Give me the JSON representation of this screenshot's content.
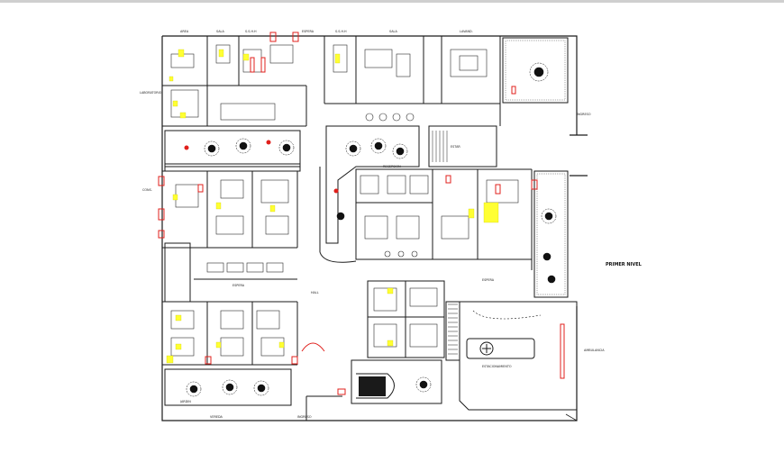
{
  "plan": {
    "level_title": "PRIMER NIVEL",
    "colors": {
      "wall": "#1a1a1a",
      "furniture": "#2b2b2b",
      "door_red": "#e0201c",
      "highlight_yellow": "#ffff33",
      "vegetation": "#111111",
      "background": "#ffffff"
    },
    "labels": {
      "top_left": "AREA",
      "top_mid1": "SALA",
      "top_mid2": "S.S.H.H",
      "top_mid3": "ESPERA",
      "top_mid4": "S.S.H.H",
      "top_mid5": "SALA",
      "top_right": "LAVAND.",
      "left_side1": "LABORATORIO",
      "left_side2": "CONS.",
      "left_side3": "ESPERA",
      "center_right1": "ESTAR",
      "center_right2": "RECEPCION",
      "center_mid": "ESPERA",
      "hall": "HALL",
      "bottom_mid": "ESTACIONAMIENTO",
      "bottom_left": "JARDIN",
      "bottom_center": "INGRESO",
      "bottom_left2": "VEREDA",
      "east_label": "INGRESO",
      "entrance_note": "AMBULANCIA"
    }
  }
}
